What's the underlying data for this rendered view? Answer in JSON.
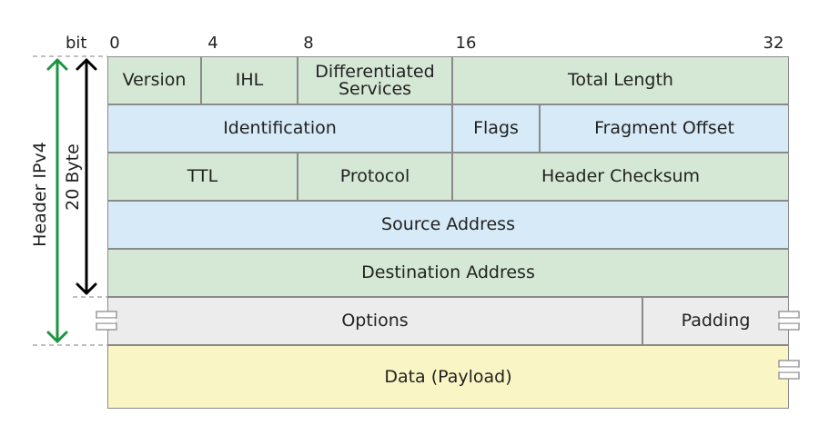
{
  "bit_axis": {
    "unit_label": "bit",
    "ticks": [
      "0",
      "4",
      "8",
      "16",
      "32"
    ]
  },
  "side_labels": {
    "header": "Header IPv4",
    "bytes": "20 Byte"
  },
  "fields": {
    "version": "Version",
    "ihl": "IHL",
    "dscp": "Differentiated Services",
    "total_length": "Total Length",
    "identification": "Identification",
    "flags": "Flags",
    "fragment_offset": "Fragment Offset",
    "ttl": "TTL",
    "protocol": "Protocol",
    "header_checksum": "Header Checksum",
    "source_address": "Source Address",
    "destination_address": "Destination Address",
    "options": "Options",
    "padding": "Padding",
    "data": "Data (Payload)"
  },
  "colors": {
    "fixed_header_green": "#d5e8d5",
    "address_blue": "#d6eaf7",
    "options_grey": "#ececec",
    "payload_yellow": "#faf5c4",
    "header_arrow": "#1a9641",
    "byte_arrow": "#000000"
  }
}
